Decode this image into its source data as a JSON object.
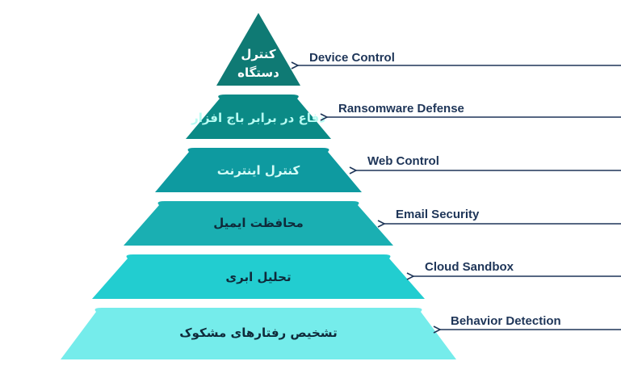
{
  "pyramid": {
    "tiers": [
      {
        "lines": [
          "کنترل",
          "دستگاه"
        ],
        "callout": "Device Control",
        "fill": "#0f7a74",
        "text_color": "#ffffff"
      },
      {
        "lines": [
          "دفاع در برابر باج افزار"
        ],
        "callout": "Ransomware Defense",
        "fill": "#0b8a86",
        "text_color": "#b7fbf2"
      },
      {
        "lines": [
          "کنترل اینترنت"
        ],
        "callout": "Web Control",
        "fill": "#0e9aa0",
        "text_color": "#d4fbf6"
      },
      {
        "lines": [
          "محافظت ایمیل"
        ],
        "callout": "Email Security",
        "fill": "#1aafb2",
        "text_color": "#0f2a3a"
      },
      {
        "lines": [
          "تحلیل ابری"
        ],
        "callout": "Cloud Sandbox",
        "fill": "#22cdd0",
        "text_color": "#0f2a3a"
      },
      {
        "lines": [
          "تشخیص رفتارهای مشکوک"
        ],
        "callout": "Behavior Detection",
        "fill": "#75eceb",
        "text_color": "#0f2a3a"
      }
    ]
  },
  "colors": {
    "arrow": "#1e3558"
  }
}
